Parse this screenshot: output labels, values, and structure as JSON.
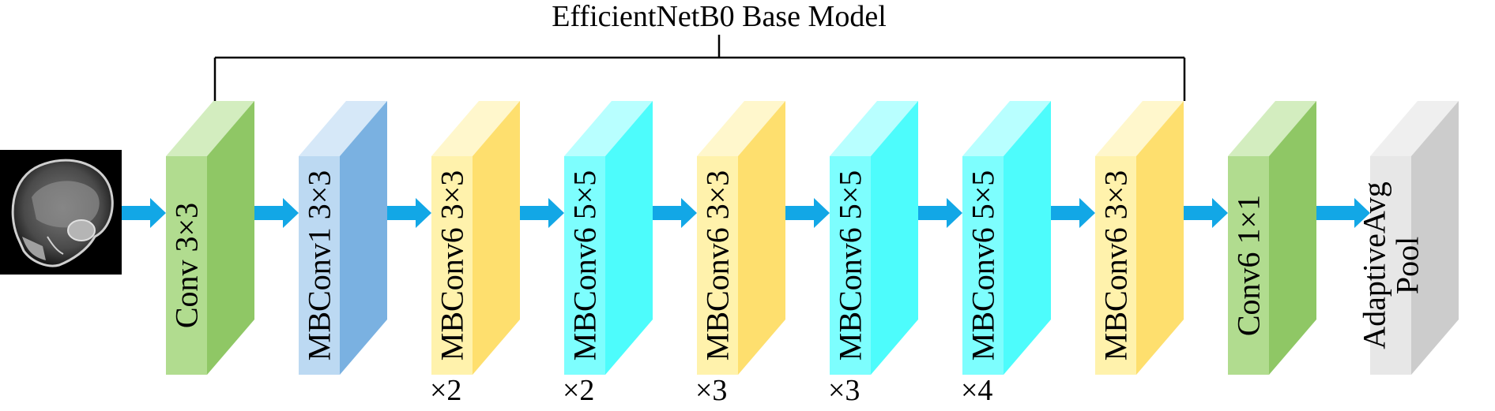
{
  "title": "EfficientNetB0 Base Model",
  "input_image": {
    "description_icon": "mri-brain-scan-icon"
  },
  "blocks": [
    {
      "id": "conv3x3",
      "lines": [
        "Conv 3×3"
      ],
      "repeat": "",
      "color": "stem-green"
    },
    {
      "id": "mbconv1-3x3",
      "lines": [
        "MBConv1 3×3"
      ],
      "repeat": "",
      "color": "blue"
    },
    {
      "id": "mbconv6-3x3-a",
      "lines": [
        "MBConv6 3×3"
      ],
      "repeat": "×2",
      "color": "yellow"
    },
    {
      "id": "mbconv6-5x5-a",
      "lines": [
        "MBConv6 5×5"
      ],
      "repeat": "×2",
      "color": "cyan"
    },
    {
      "id": "mbconv6-3x3-b",
      "lines": [
        "MBConv6 3×3"
      ],
      "repeat": "×3",
      "color": "yellow"
    },
    {
      "id": "mbconv6-5x5-b",
      "lines": [
        "MBConv6 5×5"
      ],
      "repeat": "×3",
      "color": "cyan"
    },
    {
      "id": "mbconv6-5x5-c",
      "lines": [
        "MBConv6 5×5"
      ],
      "repeat": "×4",
      "color": "cyan"
    },
    {
      "id": "mbconv6-3x3-c",
      "lines": [
        "MBConv6 3×3"
      ],
      "repeat": "",
      "color": "yellow"
    },
    {
      "id": "conv6-1x1",
      "lines": [
        "Conv6 1×1"
      ],
      "repeat": "",
      "color": "green"
    },
    {
      "id": "adaptive-avg-pool",
      "lines": [
        "AdaptiveAvg",
        "Pool"
      ],
      "repeat": "",
      "color": "gray"
    }
  ],
  "palette": {
    "stem-green": {
      "front": "#b1dc8f",
      "top": "#d3edbf",
      "side": "#8fc765"
    },
    "green": {
      "front": "#b1dc8f",
      "top": "#d3edbf",
      "side": "#8fc765"
    },
    "blue": {
      "front": "#bcd9f2",
      "top": "#d6e8f8",
      "side": "#7ab1e1"
    },
    "yellow": {
      "front": "#fff2ac",
      "top": "#fff7cc",
      "side": "#fedf6e"
    },
    "cyan": {
      "front": "#7dfefe",
      "top": "#b8ffff",
      "side": "#4dfcfc"
    },
    "gray": {
      "front": "#e7e7e7",
      "top": "#efefef",
      "side": "#cccccc"
    },
    "arrow": "#12a7e6",
    "bracket": "#000000"
  }
}
